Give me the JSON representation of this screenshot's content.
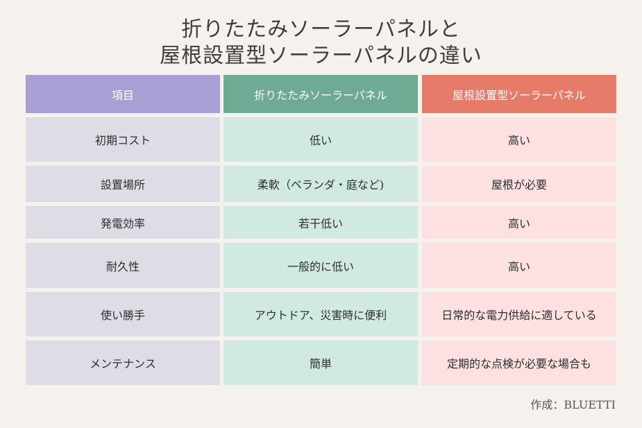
{
  "title": {
    "line1": "折りたたみソーラーパネルと",
    "line2": "屋根設置型ソーラーパネルの違い"
  },
  "colors": {
    "header_item": "#a8a0d4",
    "header_foldable": "#6faa94",
    "header_rooftop": "#e77b6a",
    "cell_item": "#dedce5",
    "cell_foldable": "#d1eae1",
    "cell_rooftop": "#fde0e1",
    "background": "#f5f2ed"
  },
  "table": {
    "headers": [
      "項目",
      "折りたたみソーラーパネル",
      "屋根設置型ソーラーパネル"
    ],
    "rows": [
      [
        "初期コスト",
        "低い",
        "高い"
      ],
      [
        "設置場所",
        "柔軟（ベランダ・庭など)",
        "屋根が必要"
      ],
      [
        "発電効率",
        "若干低い",
        "高い"
      ],
      [
        "耐久性",
        "一般的に低い",
        "高い"
      ],
      [
        "使い勝手",
        "アウトドア、災害時に便利",
        "日常的な電力供給に適している"
      ],
      [
        "メンテナンス",
        "簡単",
        "定期的な点検が必要な場合も"
      ]
    ]
  },
  "credit": "作成：BLUETTI"
}
